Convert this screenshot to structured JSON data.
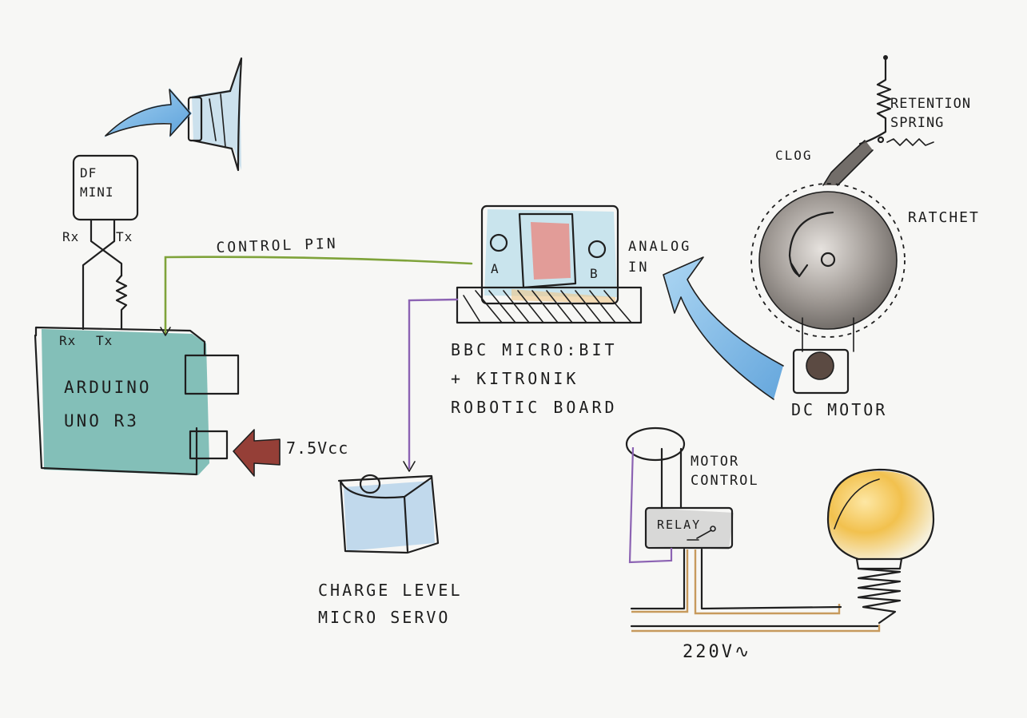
{
  "labels": {
    "df_mini": "DF\nMINI",
    "rx_df": "Rx",
    "tx_df": "Tx",
    "rx_arduino": "Rx",
    "tx_arduino": "Tx",
    "arduino": "ARDUINO\nUNO R3",
    "power": "7.5Vcc",
    "control_pin": "CONTROL PIN",
    "analog_in": "ANALOG\nIN",
    "microbit_a": "A",
    "microbit_b": "B",
    "bbc": "BBC MICRO:BIT\n+ KITRONIK\nROBOTIC BOARD",
    "retention": "RETENTION\nSPRING",
    "clog": "CLOG",
    "ratchet": "RATCHET",
    "dc_motor": "DC MOTOR",
    "motor_control": "MOTOR\nCONTROL",
    "relay": "RELAY",
    "servo": "CHARGE LEVEL\nMICRO SERVO",
    "mains": "220V∿"
  },
  "colors": {
    "arduino_fill": "#6fb5ad",
    "wire_green": "#7fa33a",
    "wire_purple": "#8c63b3",
    "arrow_blue": "#5aa6e0",
    "arrow_red": "#8a2a22",
    "bulb_yellow": "#f2c14e",
    "wire_brown": "#c79a5d"
  }
}
